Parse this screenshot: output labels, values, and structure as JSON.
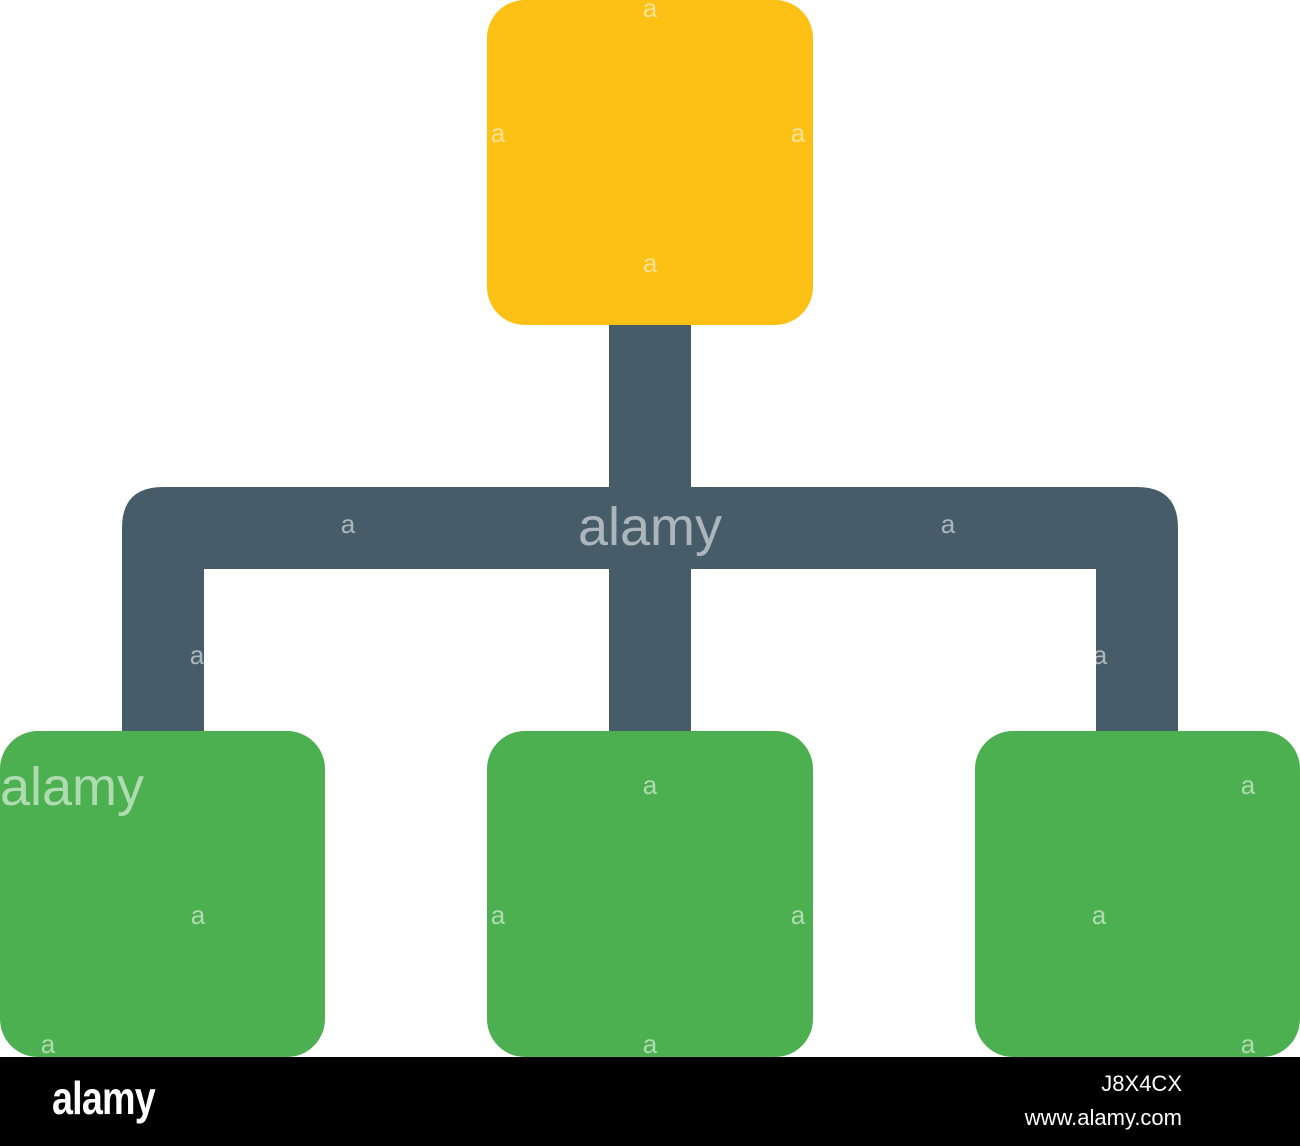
{
  "colors": {
    "root_node": "#FDC014",
    "child_node": "#4CAF50",
    "connector": "#475C69",
    "background": "#FFFFFF",
    "footer_background": "#000000",
    "footer_text": "#FFFFFF"
  },
  "icon": "hierarchy-org-chart-icon",
  "nodes": [
    {
      "id": "root",
      "role": "parent",
      "color": "#FDC014"
    },
    {
      "id": "left-child",
      "role": "child",
      "color": "#4CAF50"
    },
    {
      "id": "center-child",
      "role": "child",
      "color": "#4CAF50"
    },
    {
      "id": "right-child",
      "role": "child",
      "color": "#4CAF50"
    }
  ],
  "watermark": {
    "small_mark": "a",
    "word": "alamy"
  },
  "footer": {
    "logo": "alamy",
    "image_id": "J8X4CX",
    "url": "www.alamy.com"
  }
}
